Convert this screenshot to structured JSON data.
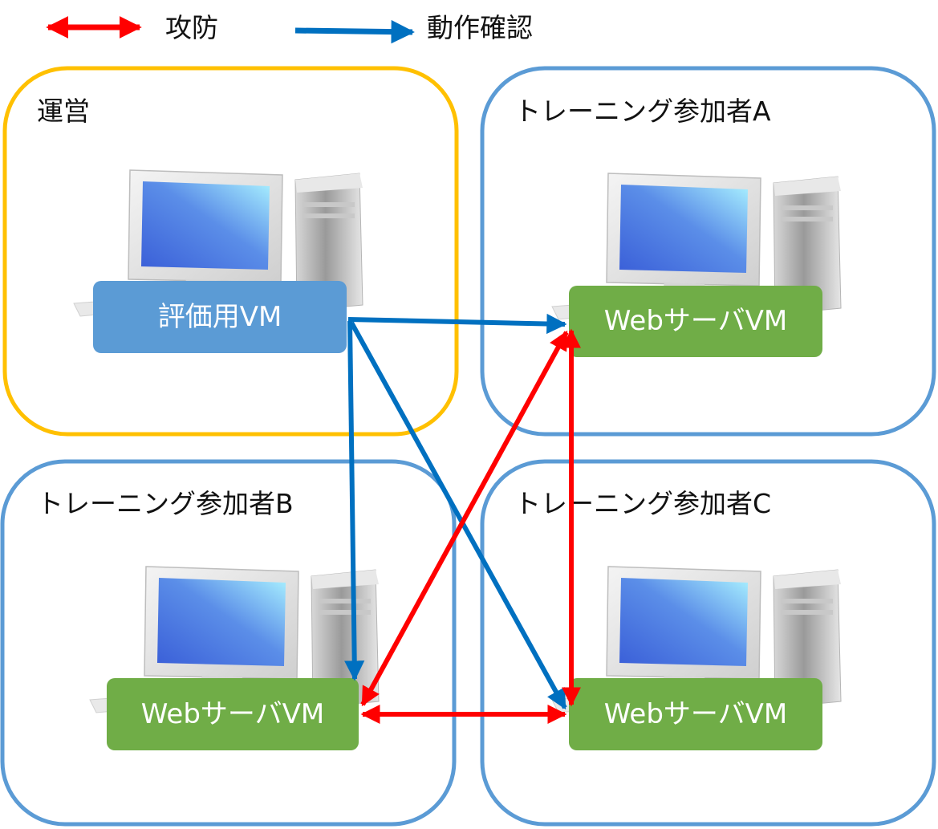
{
  "legend": {
    "attack_defense": "攻防",
    "operation_check": "動作確認"
  },
  "groups": {
    "ops": {
      "title": "運営",
      "vm_label": "評価用VM"
    },
    "a": {
      "title": "トレーニング参加者A",
      "vm_label": "WebサーバVM"
    },
    "b": {
      "title": "トレーニング参加者B",
      "vm_label": "WebサーバVM"
    },
    "c": {
      "title": "トレーニング参加者C",
      "vm_label": "WebサーバVM"
    }
  },
  "colors": {
    "ops_border": "#FFC000",
    "participant_border": "#5B9BD5",
    "eval_vm_fill": "#5B9BD5",
    "web_vm_fill": "#70AD47",
    "attack_defense_arrow": "#FF0000",
    "operation_check_arrow": "#0070C0"
  },
  "icons": {
    "computer": "desktop-computer-icon"
  }
}
